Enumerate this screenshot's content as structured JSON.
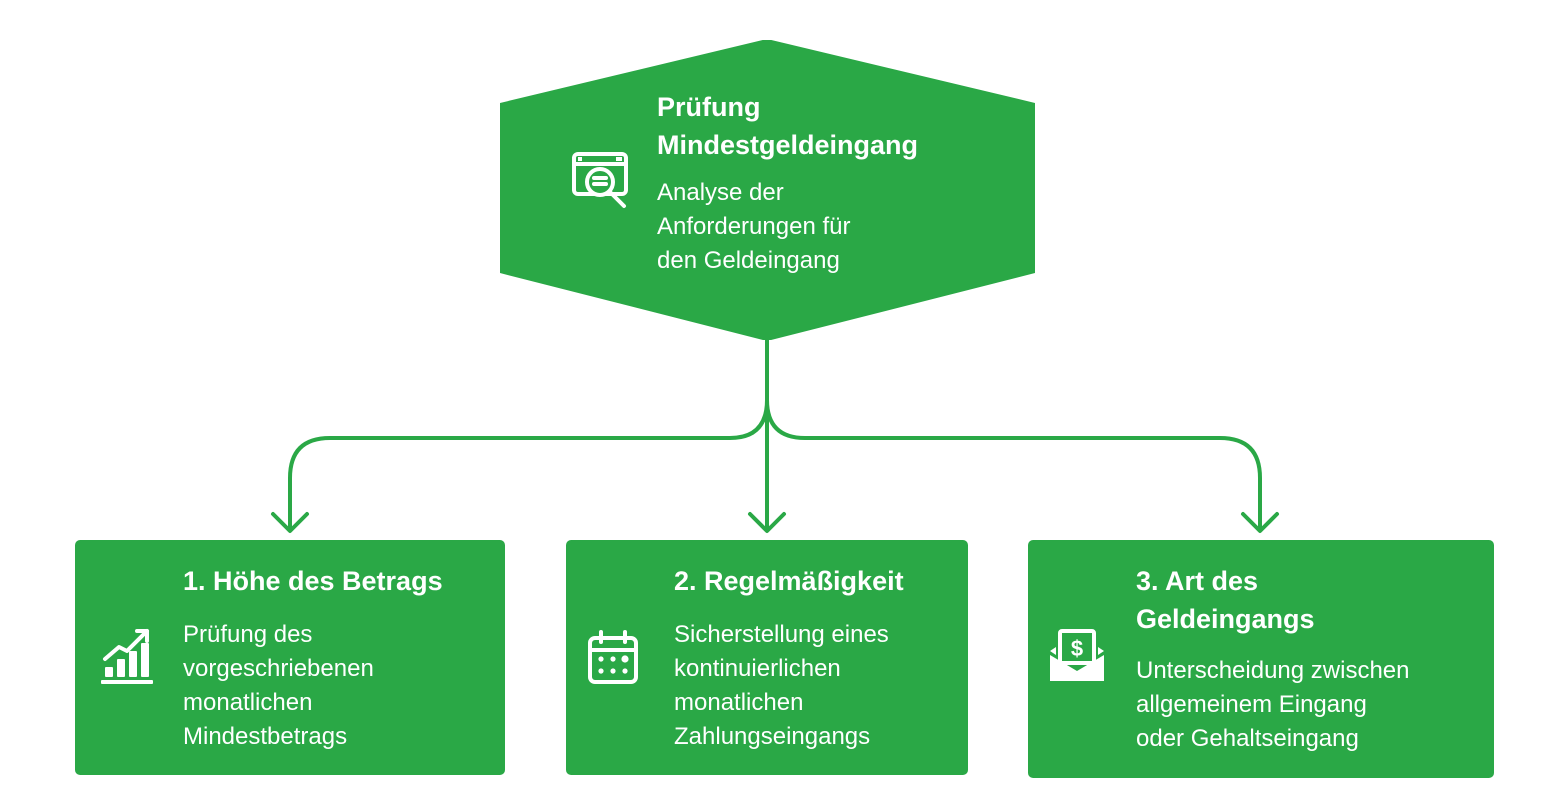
{
  "colors": {
    "primary_green": "#2aa846",
    "text": "#ffffff",
    "background": "#ffffff"
  },
  "top_node": {
    "title_line1": "Prüfung",
    "title_line2": "Mindestgeldeingang",
    "desc_line1": "Analyse der",
    "desc_line2": "Anforderungen für",
    "desc_line3": "den Geldeingang",
    "icon": "document-search-icon"
  },
  "cards": [
    {
      "title_line1": "1. Höhe des Betrags",
      "desc_line1": "Prüfung des",
      "desc_line2": "vorgeschriebenen",
      "desc_line3": "monatlichen",
      "desc_line4": "Mindestbetrags",
      "icon": "growth-chart-icon"
    },
    {
      "title_line1": "2. Regelmäßigkeit",
      "desc_line1": "Sicherstellung eines",
      "desc_line2": "kontinuierlichen",
      "desc_line3": "monatlichen",
      "desc_line4": "Zahlungseingangs",
      "icon": "calendar-icon"
    },
    {
      "title_line1": "3. Art des",
      "title_line2": "Geldeingangs",
      "desc_line1": "Unterscheidung zwischen",
      "desc_line2": "allgemeinem Eingang",
      "desc_line3": "oder Gehaltseingang",
      "icon": "money-envelope-icon"
    }
  ]
}
